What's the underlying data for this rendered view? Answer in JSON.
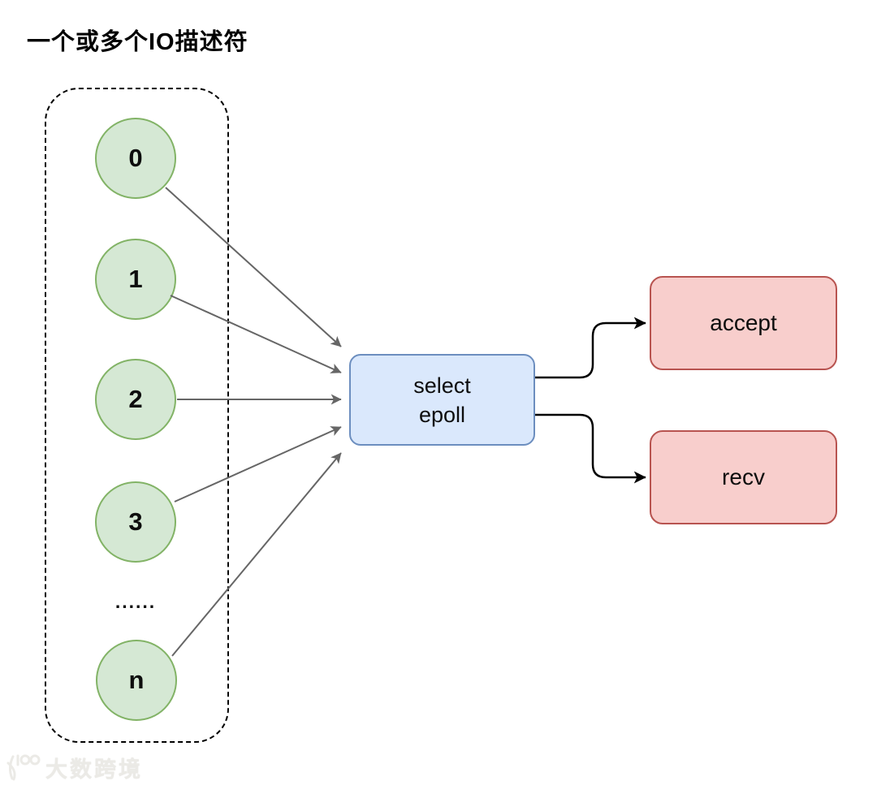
{
  "title": "一个或多个IO描述符",
  "descriptor_group": {
    "items": [
      {
        "id": "fd-0",
        "label": "0"
      },
      {
        "id": "fd-1",
        "label": "1"
      },
      {
        "id": "fd-2",
        "label": "2"
      },
      {
        "id": "fd-3",
        "label": "3"
      },
      {
        "id": "fd-n",
        "label": "n"
      }
    ],
    "ellipsis": "......"
  },
  "multiplexer": {
    "label_line1": "select",
    "label_line2": "epoll"
  },
  "handlers": [
    {
      "id": "accept",
      "label": "accept"
    },
    {
      "id": "recv",
      "label": "recv"
    }
  ],
  "edges": [
    {
      "from": "fd-0",
      "to": "multiplexer"
    },
    {
      "from": "fd-1",
      "to": "multiplexer"
    },
    {
      "from": "fd-2",
      "to": "multiplexer"
    },
    {
      "from": "fd-3",
      "to": "multiplexer"
    },
    {
      "from": "fd-n",
      "to": "multiplexer"
    },
    {
      "from": "multiplexer",
      "to": "accept"
    },
    {
      "from": "multiplexer",
      "to": "recv"
    }
  ],
  "colors": {
    "descriptor_fill": "#d5e8d4",
    "descriptor_border": "#82b366",
    "multiplexer_fill": "#dae8fc",
    "multiplexer_border": "#6c8ebf",
    "handler_fill": "#f8cecc",
    "handler_border": "#b85450",
    "edge_gray": "#666666",
    "edge_black": "#000000",
    "dashed_border": "#000000"
  },
  "watermark": {
    "text": "大数跨境"
  }
}
